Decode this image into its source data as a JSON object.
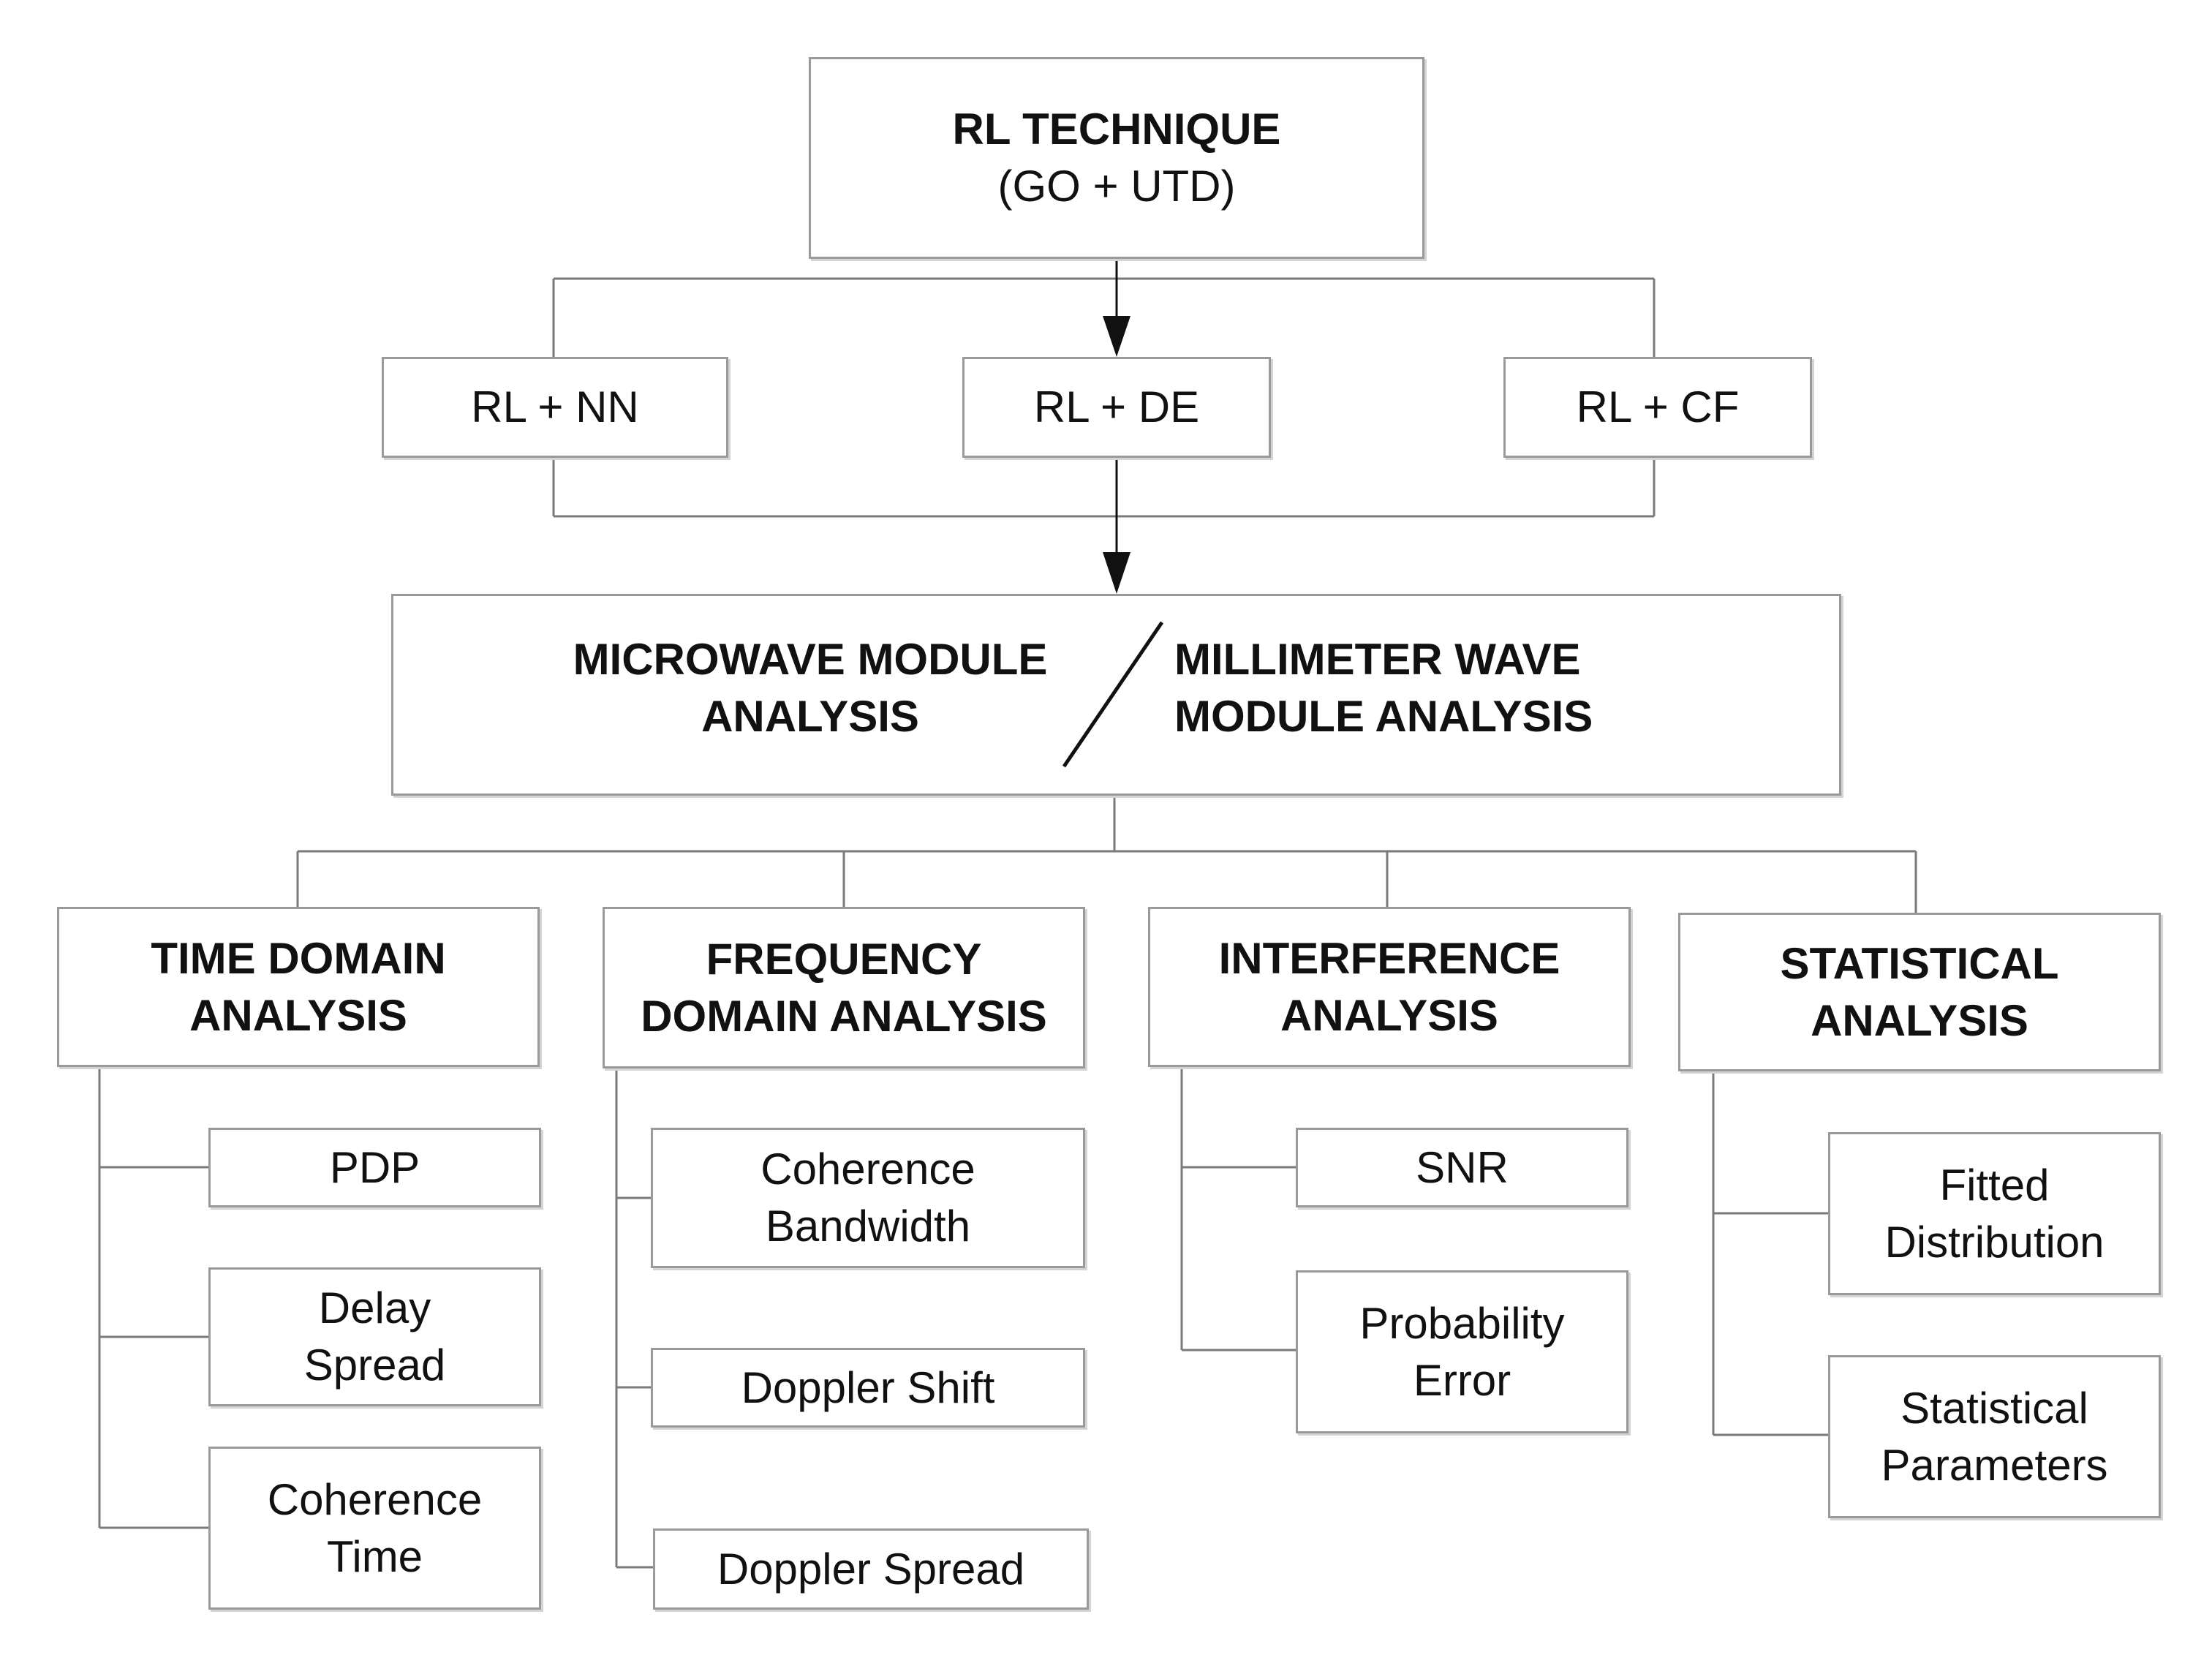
{
  "title_box": {
    "line1": "RL TECHNIQUE",
    "line2": "(GO + UTD)"
  },
  "methods": [
    {
      "label": "RL + NN"
    },
    {
      "label": "RL + DE"
    },
    {
      "label": "RL + CF"
    }
  ],
  "module_box": {
    "left": [
      "MICROWAVE MODULE",
      "ANALYSIS"
    ],
    "right": [
      "MILLIMETER WAVE",
      "MODULE ANALYSIS"
    ]
  },
  "analyses": [
    {
      "title": [
        "TIME DOMAIN",
        "ANALYSIS"
      ],
      "items": [
        [
          "PDP"
        ],
        [
          "Delay",
          "Spread"
        ],
        [
          "Coherence",
          "Time"
        ]
      ]
    },
    {
      "title": [
        "FREQUENCY",
        "DOMAIN ANALYSIS"
      ],
      "items": [
        [
          "Coherence",
          "Bandwidth"
        ],
        [
          "Doppler Shift"
        ],
        [
          "Doppler Spread"
        ]
      ]
    },
    {
      "title": [
        "INTERFERENCE",
        "ANALYSIS"
      ],
      "items": [
        [
          "SNR"
        ],
        [
          "Probability",
          "Error"
        ]
      ]
    },
    {
      "title": [
        "STATISTICAL",
        "ANALYSIS"
      ],
      "items": [
        [
          "Fitted",
          "Distribution"
        ],
        [
          "Statistical",
          "Parameters"
        ]
      ]
    }
  ],
  "colors": {
    "border": "#9a9a9a",
    "line": "#7a7a7a",
    "arrow": "#111111",
    "text": "#111111"
  }
}
